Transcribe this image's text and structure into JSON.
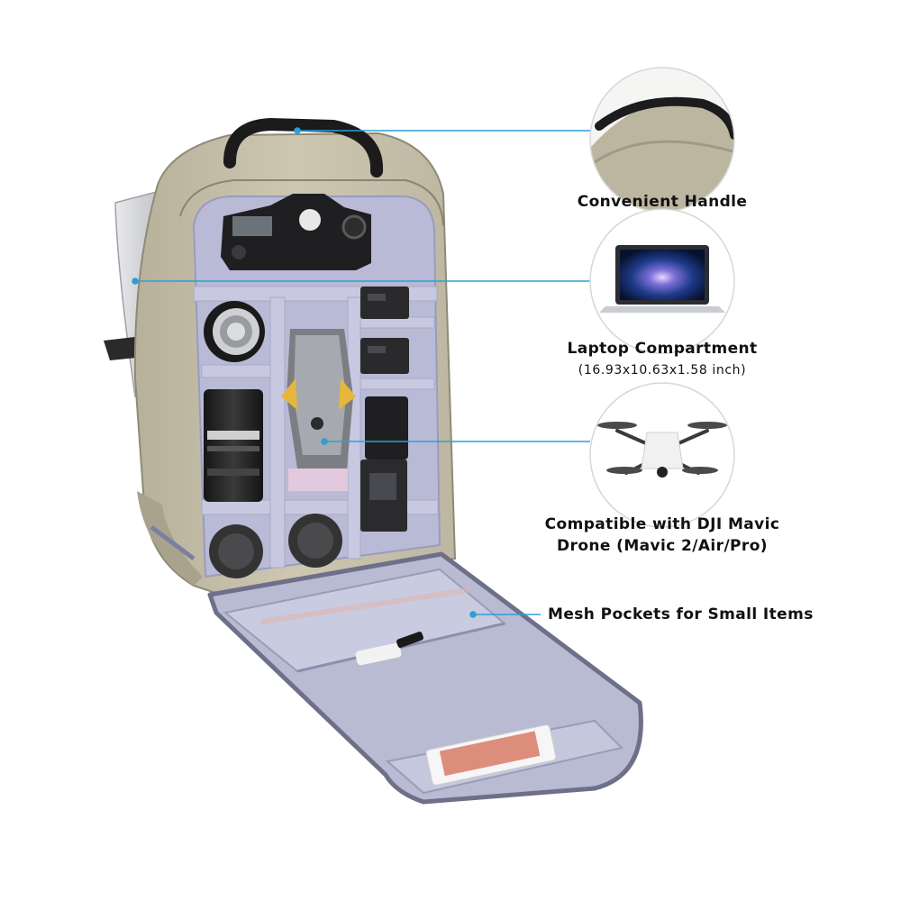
{
  "callouts": {
    "handle": {
      "label": "Convenient Handle"
    },
    "laptop": {
      "label": "Laptop Compartment",
      "detail": "(16.93x10.63x1.58 inch)"
    },
    "drone": {
      "line1": "Compatible with DJI Mavic",
      "line2": "Drone (Mavic 2/Air/Pro)"
    },
    "mesh": {
      "label": "Mesh Pockets for Small Items"
    }
  },
  "colors": {
    "bag_body": "#c9c3ad",
    "bag_shadow": "#a9a38e",
    "lining": "#b9bad6",
    "divider": "#c4c5de",
    "callout_line": "#2a9fd6"
  }
}
